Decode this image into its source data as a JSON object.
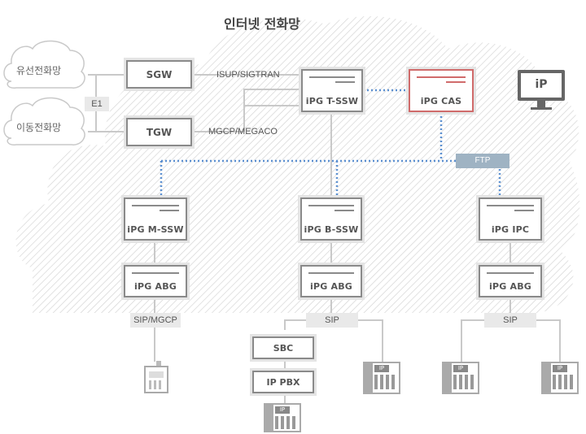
{
  "title": "인터넷 전화망",
  "clouds": {
    "wired": "유선전화망",
    "mobile": "이동전화망"
  },
  "labels": {
    "e1": "E1",
    "isup": "ISUP/SIGTRAN",
    "mgcp": "MGCP/MEGACO",
    "ftp": "FTP",
    "sip_mgcp": "SIP/MGCP",
    "sip_mid": "SIP",
    "sip_right": "SIP"
  },
  "nodes": {
    "sgw": "SGW",
    "tgw": "TGW",
    "tssw": "iPG T-SSW",
    "cas": "iPG CAS",
    "mssw": "iPG M-SSW",
    "bssw": "iPG B-SSW",
    "ipc": "iPG IPC",
    "abg_left": "iPG ABG",
    "abg_mid": "iPG ABG",
    "abg_right": "iPG ABG",
    "sbc": "SBC",
    "ippbx": "IP PBX"
  },
  "monitor_logo": "iP",
  "phone_badge": "IP",
  "colors": {
    "accent_red": "#d06b6b",
    "link_blue": "#5b8fd0",
    "box_gray": "#8a8a8a",
    "ftp_tag": "#9fb3c3"
  }
}
